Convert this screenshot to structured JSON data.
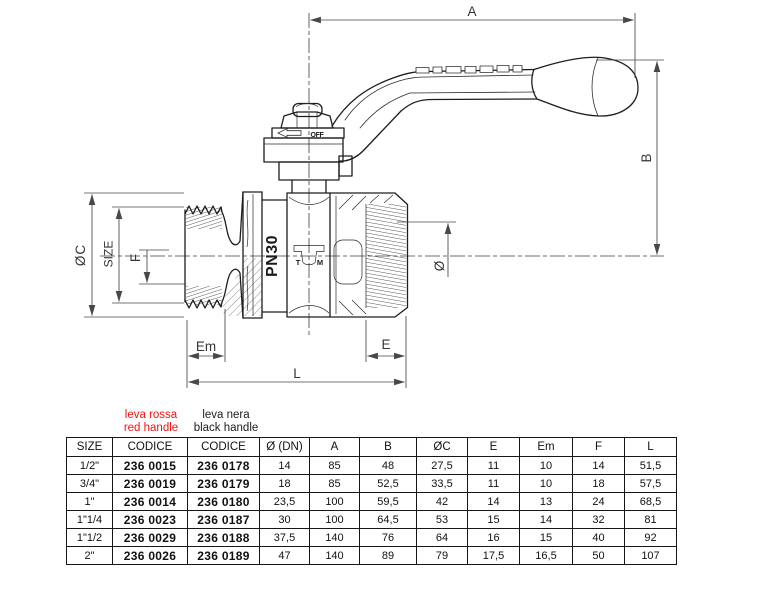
{
  "drawing": {
    "dims": {
      "A": "A",
      "B": "B",
      "C": "ØC",
      "SIZE": "SIZE",
      "F": "F",
      "DIA": "Ø",
      "Em": "Em",
      "E": "E",
      "L": "L"
    },
    "markings": {
      "pn": "PN30",
      "logo_left": "T",
      "logo_right": "M",
      "handle_mark": "OFF"
    }
  },
  "legend": {
    "red": {
      "line1": "leva rossa",
      "line2": "red handle",
      "color": "#ee1212"
    },
    "black": {
      "line1": "leva nera",
      "line2": "black handle",
      "color": "#1c1c1c"
    }
  },
  "table": {
    "headers": [
      "SIZE",
      "CODICE",
      "CODICE",
      "Ø (DN)",
      "A",
      "B",
      "ØC",
      "E",
      "Em",
      "F",
      "L"
    ],
    "rows": [
      [
        "1/2\"",
        "236 0015",
        "236 0178",
        "14",
        "85",
        "48",
        "27,5",
        "11",
        "10",
        "14",
        "51,5"
      ],
      [
        "3/4\"",
        "236 0019",
        "236 0179",
        "18",
        "85",
        "52,5",
        "33,5",
        "11",
        "10",
        "18",
        "57,5"
      ],
      [
        "1\"",
        "236 0014",
        "236 0180",
        "23,5",
        "100",
        "59,5",
        "42",
        "14",
        "13",
        "24",
        "68,5"
      ],
      [
        "1\"1/4",
        "236 0023",
        "236 0187",
        "30",
        "100",
        "64,5",
        "53",
        "15",
        "14",
        "32",
        "81"
      ],
      [
        "1\"1/2",
        "236 0029",
        "236 0188",
        "37,5",
        "140",
        "76",
        "64",
        "16",
        "15",
        "40",
        "92"
      ],
      [
        "2\"",
        "236 0026",
        "236 0189",
        "47",
        "140",
        "89",
        "79",
        "17,5",
        "16,5",
        "50",
        "107"
      ]
    ]
  }
}
